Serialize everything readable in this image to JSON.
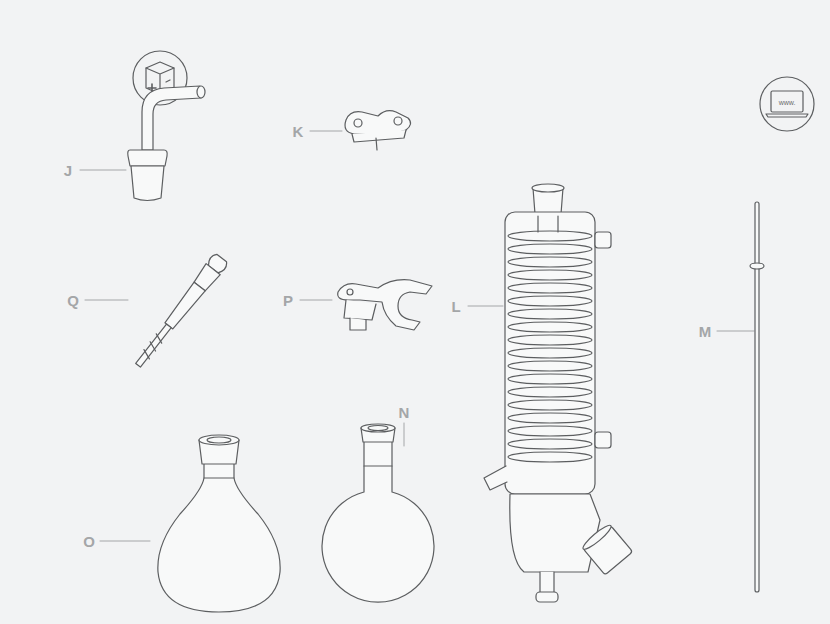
{
  "diagram": {
    "labels": [
      "J",
      "K",
      "Q",
      "P",
      "L",
      "M",
      "N",
      "O",
      "www."
    ]
  }
}
